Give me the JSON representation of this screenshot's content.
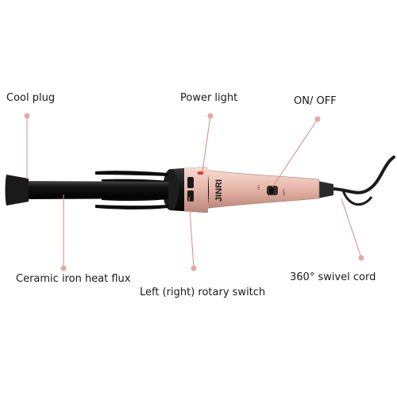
{
  "brand": "JINRI",
  "switch_labels": {
    "on": "ON",
    "off": "OFF"
  },
  "labels": {
    "cool_plug": "Cool plug",
    "power_light": "Power light",
    "on_off": "ON/ OFF",
    "ceramic": "Ceramic iron heat flux",
    "rotary": "Left (right) rotary switch",
    "swivel": "360° swivel cord"
  },
  "colors": {
    "leader": "#d98a8a",
    "dot": "#e9a7a4",
    "handle_light": "#f2cfc3",
    "handle_dark": "#c9988c",
    "barrel": "#141414",
    "text": "#1a1a1a"
  }
}
